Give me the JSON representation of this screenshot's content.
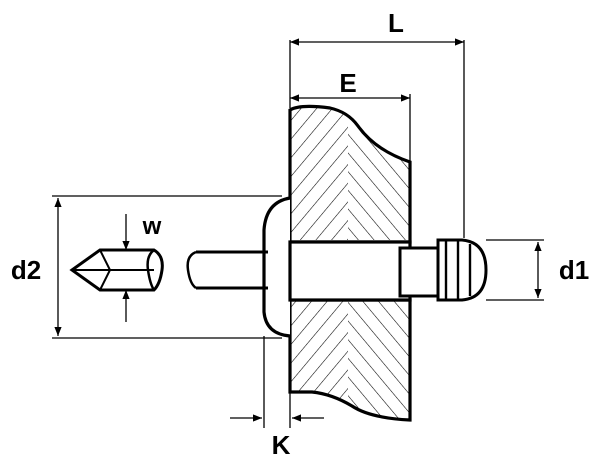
{
  "diagram": {
    "labels": {
      "L": "L",
      "E": "E",
      "w": "w",
      "d2": "d2",
      "d1": "d1",
      "K": "K"
    },
    "colors": {
      "ink": "#000000",
      "paper": "#ffffff"
    }
  }
}
